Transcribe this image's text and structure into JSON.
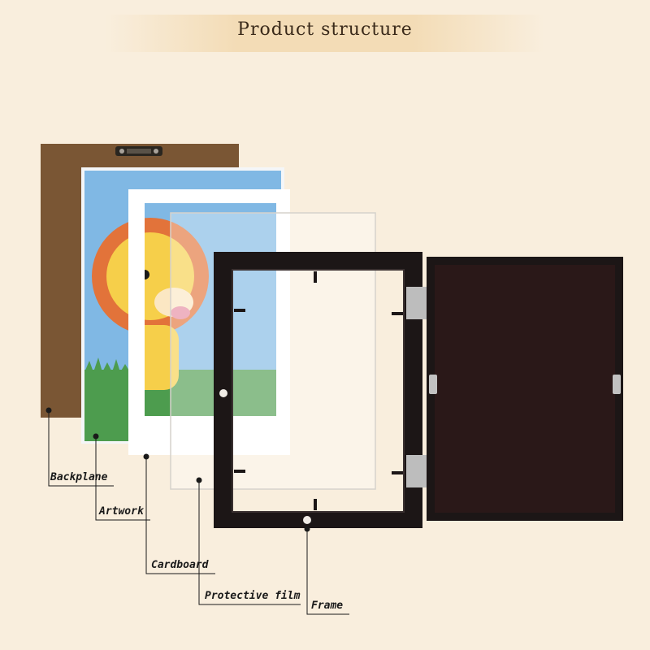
{
  "header": {
    "title": "Product structure"
  },
  "components": [
    {
      "id": "backplane",
      "label": "Backplane"
    },
    {
      "id": "artwork",
      "label": "Artwork"
    },
    {
      "id": "cardboard",
      "label": "Cardboard"
    },
    {
      "id": "protective-film",
      "label": "Protective film"
    },
    {
      "id": "frame",
      "label": "Frame"
    }
  ],
  "colors": {
    "background": "#f9eedd",
    "backplane": "#7a5634",
    "frame": "#1c1616",
    "door_inner": "#2a1818",
    "artwork_sky": "#7fb6e3",
    "artwork_grass": "#4a9a4c",
    "lion_mane": "#e2733a",
    "lion_face": "#f6cf4a"
  }
}
